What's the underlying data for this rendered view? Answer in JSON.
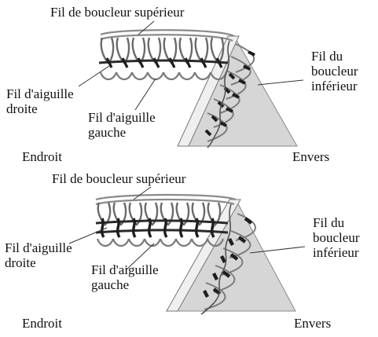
{
  "panels": [
    {
      "labels": {
        "upper_looper": "Fil de boucleur supérieur",
        "right_needle": [
          "Fil d'aiguille",
          "droite"
        ],
        "left_needle": [
          "Fil d'aiguille",
          "gauche"
        ],
        "lower_looper": [
          "Fil du",
          "boucleur",
          "inférieur"
        ],
        "face": "Endroit",
        "back": "Envers"
      }
    },
    {
      "labels": {
        "upper_looper": "Fil de boucleur supérieur",
        "right_needle": [
          "Fil d'aiguille",
          "droite"
        ],
        "left_needle": [
          "Fil d'aiguille",
          "gauche"
        ],
        "lower_looper": [
          "Fil du",
          "boucleur",
          "inférieur"
        ],
        "face": "Endroit",
        "back": "Envers"
      }
    }
  ],
  "colors": {
    "fabric_fill": "#d6d6d6",
    "thread_light": "#9a9a9a",
    "thread_dark": "#2a2a2a",
    "leader_line": "#333333"
  }
}
